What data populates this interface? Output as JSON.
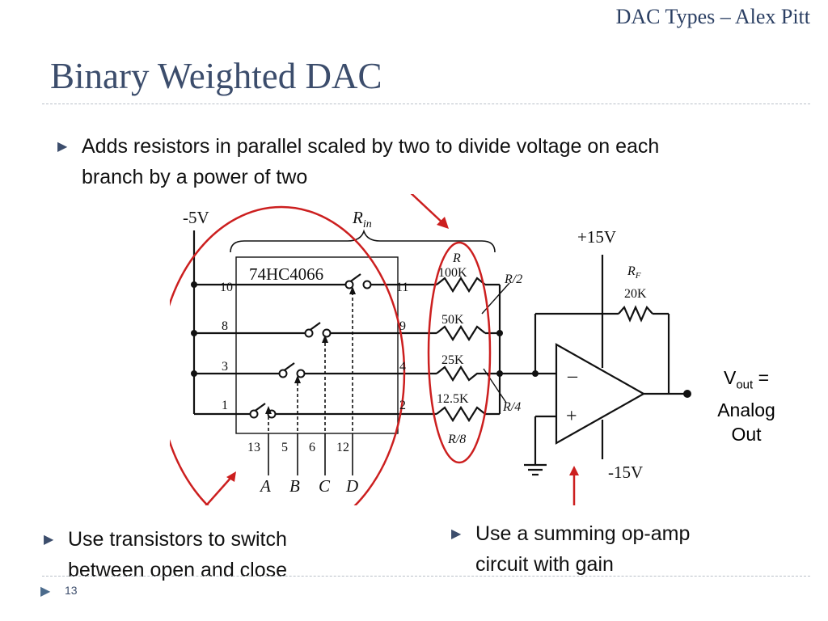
{
  "header": {
    "subtitle": "DAC Types – Alex Pitt"
  },
  "slide": {
    "title": "Binary Weighted DAC",
    "page_number": "13"
  },
  "bullets": {
    "top_line1": "Adds resistors in parallel scaled by two to divide voltage on each",
    "top_line2": "branch by a power of two",
    "left_line1": "Use transistors to switch",
    "left_line2": "between open and close",
    "right_line1": "Use a summing op-amp",
    "right_line2": "circuit with gain"
  },
  "output_label": {
    "v": "V",
    "sub": "out",
    "eq": " =",
    "line2": "Analog",
    "line3": "Out"
  },
  "circuit": {
    "supply_neg": "-5V",
    "rin": "R",
    "rin_sub": "in",
    "chip": "74HC4066",
    "pins_left": [
      "10",
      "8",
      "3",
      "1"
    ],
    "pins_right": [
      "11",
      "9",
      "4",
      "2"
    ],
    "pins_bottom": [
      "13",
      "5",
      "6",
      "12"
    ],
    "inputs": [
      "A",
      "B",
      "C",
      "D"
    ],
    "r_label": "R",
    "resistors": [
      "100K",
      "50K",
      "25K",
      "12.5K"
    ],
    "r_half": "R/2",
    "r_quarter": "R/4",
    "r_eighth": "R/8",
    "plus15": "+15V",
    "minus15": "-15V",
    "rf": "R",
    "rf_sub": "F",
    "rf_value": "20K",
    "minus_sign": "–",
    "plus_sign": "+"
  },
  "colors": {
    "title": "#3c4d6c",
    "annotation": "#cc1f1f",
    "rule": "#b9c0c8"
  }
}
